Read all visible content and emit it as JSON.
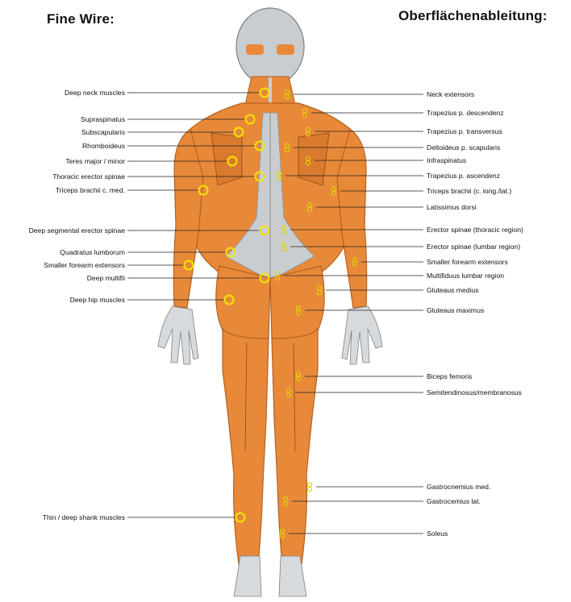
{
  "headings": {
    "fine_wire": "Fine Wire:",
    "surface": "Oberflächenableitung:"
  },
  "left_labels": [
    "Deep neck muscles",
    "Supraspinatus",
    "Subscapularis",
    "Rhomboideus",
    "Teres major / minor",
    "Thoracic erector spinae",
    "Triceps brachii c. med.",
    "Deep segmental erector spinae",
    "Quadratus lumborum",
    "Smaller forearm  extensors",
    "Deep multifii",
    "Deep hip muscles",
    "Thin / deep shank muscles"
  ],
  "right_labels": [
    "Neck extensors",
    "Trapezius p. descendenz",
    "Trapezius p. transversus",
    "Deltoideus p. scapularis",
    "Infraspinatus",
    "Trapezius p. ascendenz",
    "Triceps brachii (c. long./lat.)",
    "Latissimus dorsi",
    "Erector spinae (thoracic region)",
    "Erector spinae (lumbar region)",
    "Smaller forearm extensors",
    "Multifiduus lumbar region",
    "Gluteaus medius",
    "Gluteaus maximus",
    "Biceps femoris",
    "Semitendinosus/membranosus",
    "Gastrocnemius med.",
    "Gastrocemius lat.",
    "Soleus"
  ],
  "colors": {
    "muscle": "#e8893a",
    "muscle_dark": "#c86a22",
    "bone": "#c9cdd0",
    "skin_outline": "#8a8f94",
    "fine_wire_marker": "#f2e600",
    "surface_marker": "#e0d400",
    "leader_line": "#222222"
  }
}
